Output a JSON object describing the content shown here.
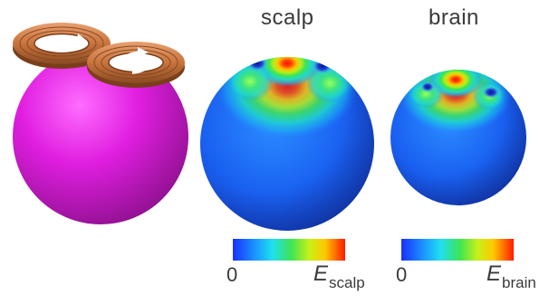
{
  "panels": {
    "scalp": {
      "title": "scalp"
    },
    "brain": {
      "title": "brain"
    }
  },
  "colorbars": {
    "scalp": {
      "min_label": "0",
      "max_symbol": "E",
      "max_subscript": "scalp"
    },
    "brain": {
      "min_label": "0",
      "max_symbol": "E",
      "max_subscript": "brain"
    }
  },
  "colors": {
    "head_sphere": "#e01ee0",
    "coil_copper": "#c8743e",
    "field_low": "#1f5fff",
    "field_high": "#ff1a00"
  }
}
